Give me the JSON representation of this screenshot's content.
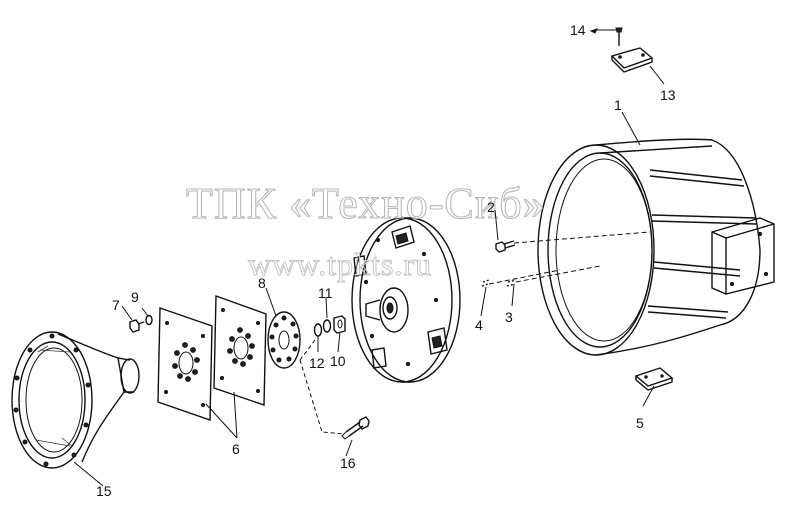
{
  "watermark": {
    "line1": "ТПК «Техно-Сиб»",
    "line2": "www.tpkts.ru"
  },
  "callouts": [
    "1",
    "2",
    "3",
    "4",
    "5",
    "6",
    "7",
    "8",
    "9",
    "10",
    "11",
    "12",
    "13",
    "14",
    "15",
    "16"
  ]
}
